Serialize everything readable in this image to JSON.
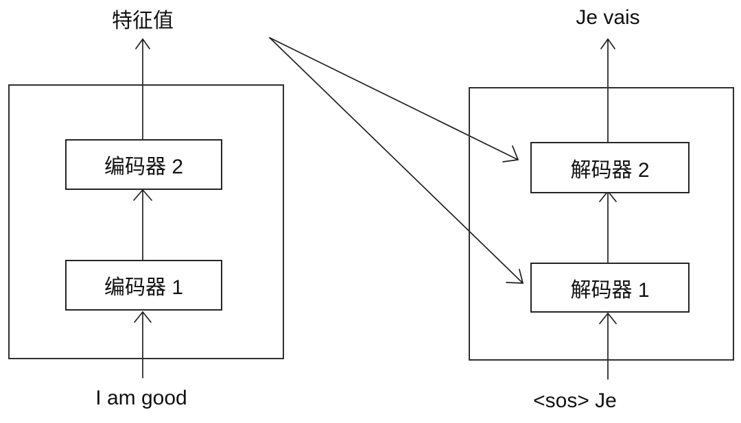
{
  "diagram": {
    "encoder": {
      "output_label": "特征值",
      "input_label": "I am good",
      "top_block": "编码器 2",
      "bottom_block": "编码器 1"
    },
    "decoder": {
      "output_label": "Je vais",
      "input_label": "<sos> Je",
      "top_block": "解码器 2",
      "bottom_block": "解码器 1"
    },
    "connections": {
      "feature_to_decoder2": "特征值 → 解码器 2",
      "feature_to_decoder1": "特征值 → 解码器 1"
    },
    "colors": {
      "line": "#1f1f1f",
      "box_border": "#2e2e2e",
      "text": "#111111",
      "background": "#ffffff"
    }
  }
}
